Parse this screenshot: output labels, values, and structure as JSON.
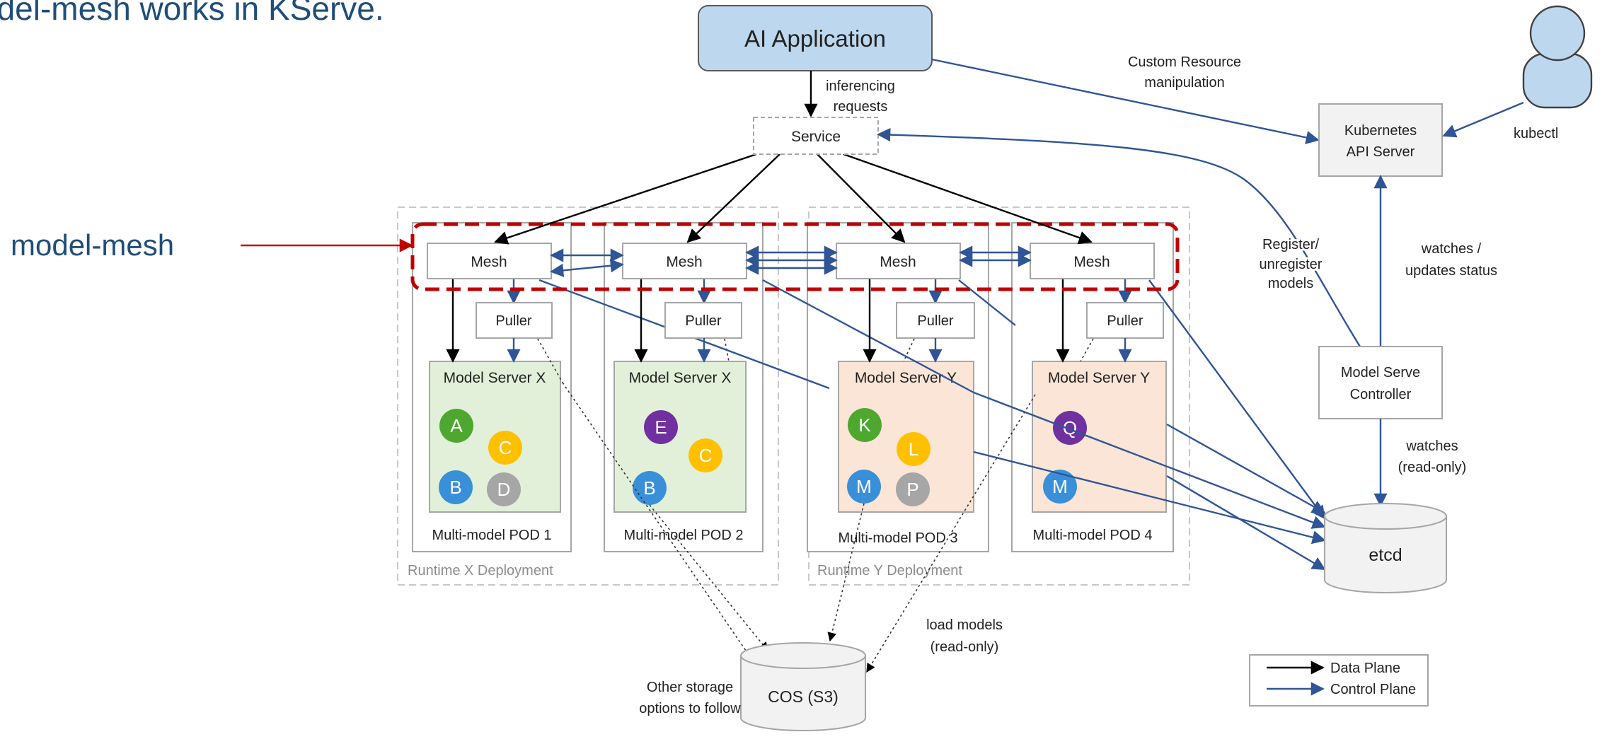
{
  "page": {
    "title_fragment": "odel-mesh works in KServe."
  },
  "callout": {
    "label": "model-mesh"
  },
  "ai_app": {
    "label": "AI Application"
  },
  "service": {
    "label": "Service"
  },
  "annotations": {
    "inferencing": [
      "inferencing",
      "requests"
    ],
    "custom_resource": [
      "Custom Resource",
      "manipulation"
    ],
    "kubectl": "kubectl",
    "register": [
      "Register/",
      "unregister",
      "models"
    ],
    "watches_updates": [
      "watches /",
      "updates status"
    ],
    "watches_ro": [
      "watches",
      "(read-only)"
    ],
    "load_models": [
      "load models",
      "(read-only)"
    ],
    "other_storage": [
      "Other storage",
      "options to follow"
    ]
  },
  "k8s_api": {
    "label": [
      "Kubernetes",
      "API Server"
    ]
  },
  "controller": {
    "label": [
      "Model Serve",
      "Controller"
    ]
  },
  "etcd": {
    "label": "etcd"
  },
  "cos": {
    "label": "COS (S3)"
  },
  "deployments": [
    {
      "label": "Runtime X Deployment"
    },
    {
      "label": "Runtime Y Deployment"
    }
  ],
  "pods": [
    {
      "mesh": "Mesh",
      "puller": "Puller",
      "server": "Model Server X",
      "pod_label": "Multi-model POD 1",
      "models": [
        "A",
        "C",
        "B",
        "D"
      ]
    },
    {
      "mesh": "Mesh",
      "puller": "Puller",
      "server": "Model Server X",
      "pod_label": "Multi-model POD 2",
      "models": [
        "E",
        "C",
        "B"
      ]
    },
    {
      "mesh": "Mesh",
      "puller": "Puller",
      "server": "Model Server Y",
      "pod_label": "Multi-model POD 3",
      "models": [
        "K",
        "L",
        "M",
        "P"
      ]
    },
    {
      "mesh": "Mesh",
      "puller": "Puller",
      "server": "Model Server Y",
      "pod_label": "Multi-model POD 4",
      "models": [
        "Q",
        "M"
      ]
    }
  ],
  "legend": {
    "data_plane": "Data Plane",
    "control_plane": "Control Plane"
  },
  "colors": {
    "ai_app_fill": "#bdd7ee",
    "server_x_fill": "#e2f0d9",
    "server_y_fill": "#fbe5d6",
    "control_arrow": "#2f5597",
    "data_arrow": "#000000",
    "mesh_highlight": "#c00000",
    "callout_text": "#1f4e79",
    "model_green": "#4ea72e",
    "model_yellow": "#ffc000",
    "model_blue": "#3a8fd9",
    "model_gray": "#a6a6a6",
    "model_purple": "#7030a0"
  }
}
